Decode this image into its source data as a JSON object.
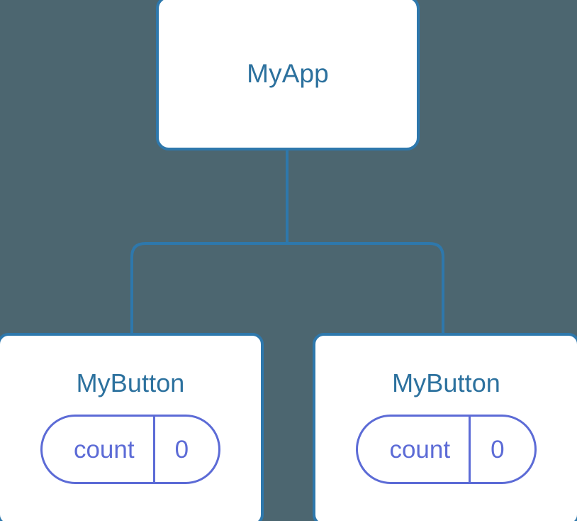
{
  "diagram": {
    "type": "component-tree",
    "background_color": "#4c6670",
    "node_border_color": "#2e78ac",
    "node_fill_color": "#ffffff",
    "node_title_color": "#2c719e",
    "edge_color": "#2e78ac",
    "state_badge_color": "#5c6bd6",
    "root": {
      "title": "MyApp"
    },
    "children": [
      {
        "title": "MyButton",
        "state": {
          "key": "count",
          "value": "0"
        }
      },
      {
        "title": "MyButton",
        "state": {
          "key": "count",
          "value": "0"
        }
      }
    ]
  }
}
